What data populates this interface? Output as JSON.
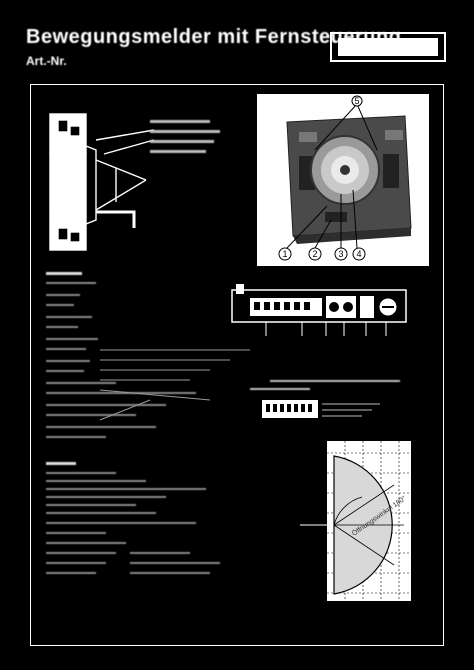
{
  "document": {
    "title": "Bewegungsmelder mit Fernsteuerung",
    "subtitle": "Art.-Nr.",
    "product_photo_numbers": [
      "1",
      "2",
      "3",
      "4",
      "5"
    ],
    "fan_label": "Öffnungswinkel 180°"
  },
  "colors": {
    "background": "#000000",
    "foreground": "#ffffff",
    "muted_text": "#bcbcbc",
    "diagram_fill": "#d8d8d8"
  }
}
